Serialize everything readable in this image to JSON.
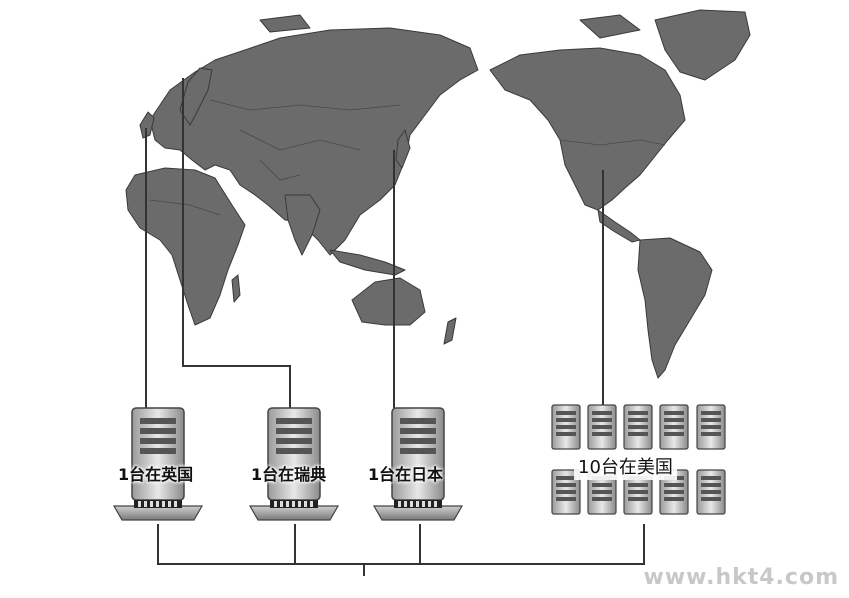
{
  "servers": {
    "uk": {
      "label": "1台在英国"
    },
    "sweden": {
      "label": "1台在瑞典"
    },
    "japan": {
      "label": "1台在日本"
    },
    "usa": {
      "label": "10台在美国"
    }
  },
  "watermark": "www.hkt4.com",
  "colors": {
    "land": "#6b6b6b",
    "land_edge": "#3a3a3a",
    "line": "#333333",
    "server_body": "#d9d9d9"
  }
}
